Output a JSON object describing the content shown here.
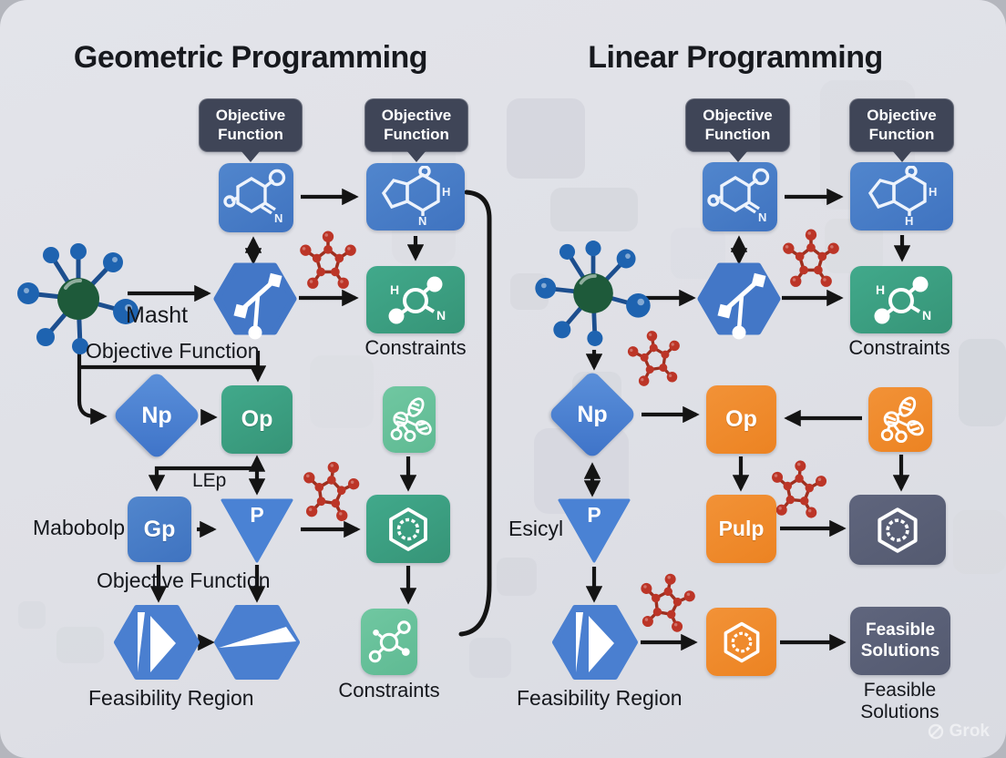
{
  "geometric": {
    "title": "Geometric Programming",
    "callout_top_left": "Objective Function",
    "callout_top_right": "Objective Function",
    "arrow_label_masht": "Masht",
    "label_objective_function_upper": "Objective Function",
    "node_np": "Np",
    "node_op": "Op",
    "label_lep": "LEp",
    "label_mabobolp": "Mabobolp",
    "node_gp": "Gp",
    "node_p": "P",
    "label_objective_function_lower": "Objective Function",
    "label_feasibility_region": "Feasibility Region",
    "label_constraints_upper": "Constraints",
    "label_constraints_lower": "Constraints"
  },
  "linear": {
    "title": "Linear Programming",
    "callout_top_left": "Objective Function",
    "callout_top_right": "Objective Function",
    "node_np": "Np",
    "node_op": "Op",
    "label_esicyl": "Esicyl",
    "node_p": "P",
    "node_pulp": "Pulp",
    "box_feasible_solutions": "Feasible Solutions",
    "label_feasibility_region": "Feasibility Region",
    "label_constraints_upper": "Constraints",
    "label_feasible_solutions": "Feasible Solutions"
  },
  "watermark": {
    "brand": "Grok",
    "icon": "slashed-circle-icon"
  },
  "icons": {
    "hub": "atom-cluster-icon",
    "hexagon_link": "network-node-hexagon-icon",
    "molecule_ring": "chemical-ring-structure-icon",
    "molecule_fused": "fused-ring-structure-icon",
    "molecule_constraints": "ball-and-stick-molecule-icon",
    "red_molecule": "red-ball-stick-molecule-icon",
    "hatched_molecule": "hatched-bond-molecule-icon",
    "gear_hexagon": "benzene-gear-icon",
    "feasibility_hexagon": "hexagon-chevron-icon",
    "wedge_hexagon": "hexagon-wedge-icon"
  },
  "colors": {
    "background": "#dfe1e7",
    "callout_dark": "#3f4557",
    "node_blue": "#4579c5",
    "diamond_blue": "#4a80d2",
    "green": "#3aa184",
    "light_green": "#68c29c",
    "orange": "#f08a2c",
    "slate": "#5b6179",
    "molecule_red": "#bf3a2b",
    "arrow_black": "#141414"
  }
}
